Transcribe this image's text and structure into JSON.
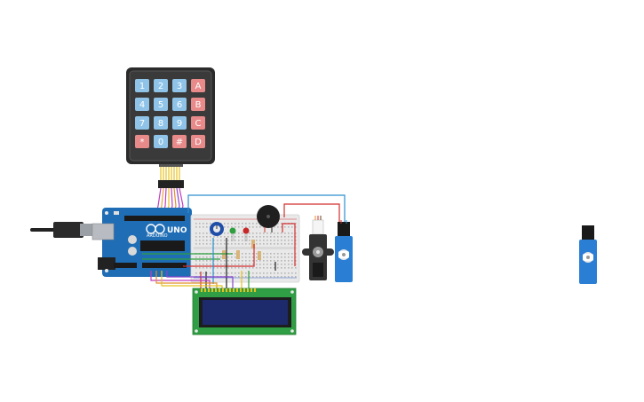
{
  "keypad": {
    "rows": [
      [
        "1",
        "2",
        "3",
        "A"
      ],
      [
        "4",
        "5",
        "6",
        "B"
      ],
      [
        "7",
        "8",
        "9",
        "C"
      ],
      [
        "*",
        "0",
        "#",
        "D"
      ]
    ]
  },
  "arduino": {
    "model_label": "UNO",
    "brand_label": "ARDUINO"
  },
  "colors": {
    "keypad_body": "#2b2b2b",
    "key_blue": "#8fc4e8",
    "key_red": "#e88a8a",
    "board_blue": "#1f6db5",
    "breadboard": "#e9e9e9",
    "lcd_green": "#2f9e44",
    "lcd_screen": "#1d2a6b",
    "servo_blue": "#2a7fd4",
    "servo_black": "#333333",
    "wire_blue": "#2d8fd0",
    "wire_red": "#d32f2f",
    "wire_green": "#2e9e3e",
    "wire_orange": "#e0902a",
    "wire_magenta": "#c03fc0",
    "wire_yellow": "#e6c21f"
  }
}
